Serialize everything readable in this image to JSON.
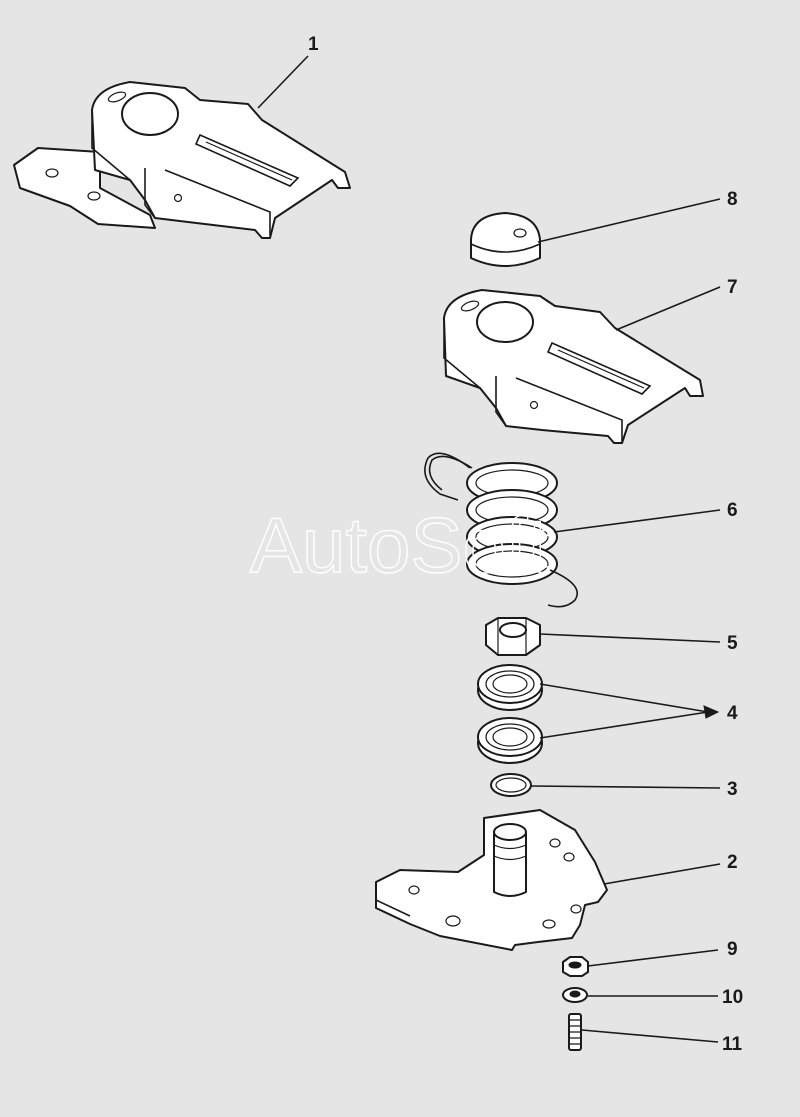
{
  "diagram": {
    "watermark": "AutoSoft",
    "callouts": [
      {
        "id": "c1",
        "label": "1"
      },
      {
        "id": "c2",
        "label": "2"
      },
      {
        "id": "c3",
        "label": "3"
      },
      {
        "id": "c4",
        "label": "4"
      },
      {
        "id": "c5",
        "label": "5"
      },
      {
        "id": "c6",
        "label": "6"
      },
      {
        "id": "c7",
        "label": "7"
      },
      {
        "id": "c8",
        "label": "8"
      },
      {
        "id": "c9",
        "label": "9"
      },
      {
        "id": "c10",
        "label": "10"
      },
      {
        "id": "c11",
        "label": "11"
      }
    ]
  }
}
